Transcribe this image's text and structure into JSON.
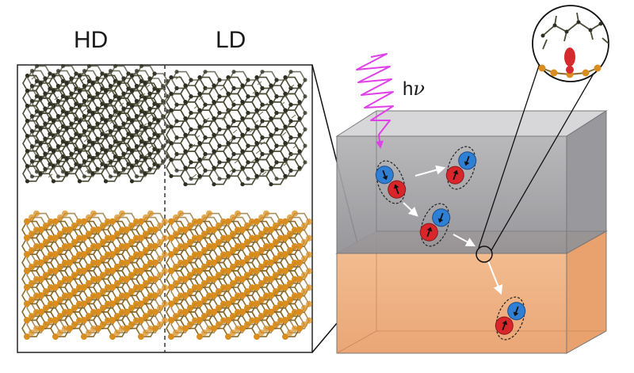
{
  "panels": {
    "left_label": "HD",
    "right_label": "LD"
  },
  "photon": {
    "label_h": "h",
    "label_nu": "ν",
    "color": "#e040e8"
  },
  "colors": {
    "spin_up": "#d8262b",
    "spin_down": "#2f7fd4",
    "organic_layer": "#a8a8ab",
    "substrate": "#f0b58a",
    "structure_top": "#3a3a2a",
    "structure_bottom": "#d98d1f"
  }
}
